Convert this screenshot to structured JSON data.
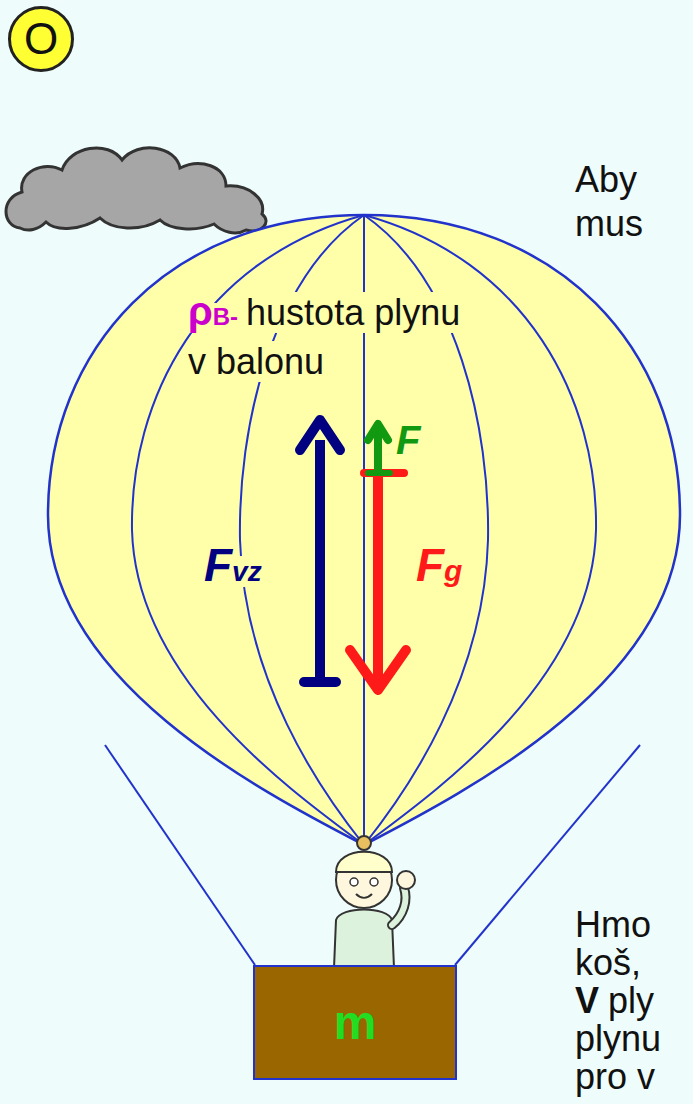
{
  "diagram": {
    "nodes": [
      {
        "text": [
          "O"
        ]
      },
      {
        "text": [
          "m"
        ]
      }
    ],
    "labels": [
      "Aby",
      "mus",
      "ρ",
      "B-",
      "hustota plynu v balonu",
      "F",
      "vz",
      "F",
      "F",
      "g",
      "Hmo",
      "koš,",
      "V",
      "ply",
      "plynu",
      "pro v"
    ]
  }
}
